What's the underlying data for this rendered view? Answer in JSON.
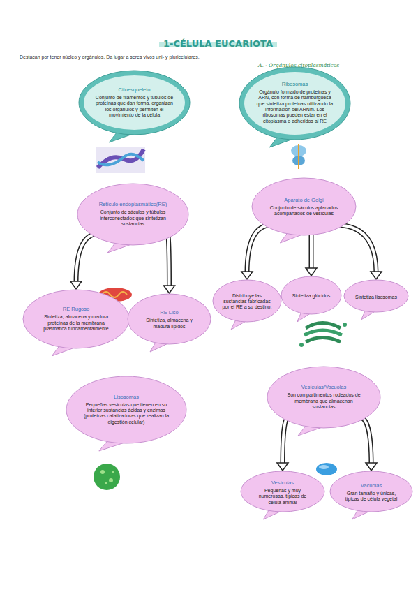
{
  "diagram": {
    "title": "1-CÉLULA EUCARIOTA",
    "nodes": [
      {
        "text": [
          "Citoesqueleto",
          "Conjunto de filamentos y túbulos de proteínas que dan forma, organizan los orgánulos y permiten el movimiento de la célula"
        ]
      },
      {
        "text": [
          "Ribosomas",
          "Orgánulo formado de proteínas y ARN, con forma de hamburguesa que sintetiza proteínas utilizando la información del ARNm. Los ribosomas pueden estar en el citoplasma o adheridos al RE"
        ]
      },
      {
        "text": [
          "Retículo endoplasmático(RE)",
          "Conjunto de sáculos y túbulos interconectados que sintetizan sustancias"
        ]
      },
      {
        "text": [
          "Aparato de Golgi",
          "Conjunto de sáculos aplanados acompañados de vesículas"
        ]
      },
      {
        "text": [
          "RE Rugoso",
          "Sintetiza, almacena y madura proteínas de la membrana plasmática fundamentalmente"
        ]
      },
      {
        "text": [
          "RE Liso",
          "Sintetiza, almacena y madura lípidos"
        ]
      },
      {
        "text": [
          "Distribuye las sustancias fabricadas por el RE a su destino."
        ]
      },
      {
        "text": [
          "Sintetiza glúcidos"
        ]
      },
      {
        "text": [
          "Sintetiza lisosomas"
        ]
      },
      {
        "text": [
          "Lisosomas",
          "Pequeñas vesículas que tienen en su interior sustancias ácidas y enzimas (proteínas catalizadoras que realizan la digestión celular)"
        ]
      },
      {
        "text": [
          "Vesículas/Vacuolas",
          "Son compartimentos rodeados de membrana que almacenan sustancias"
        ]
      },
      {
        "text": [
          "Vesículas",
          "Pequeñas y muy numerosas, típicas de célula animal"
        ]
      },
      {
        "text": [
          "Vacuolas",
          "Gran tamaño y únicas, típicas de célula vegetal"
        ]
      }
    ],
    "edges": [
      {
        "from": 2,
        "to": 4,
        "arrow": "to"
      },
      {
        "from": 2,
        "to": 5,
        "arrow": "to"
      },
      {
        "from": 3,
        "to": 6,
        "arrow": "to"
      },
      {
        "from": 3,
        "to": 7,
        "arrow": "to"
      },
      {
        "from": 3,
        "to": 8,
        "arrow": "to"
      },
      {
        "from": 10,
        "to": 11,
        "arrow": "to"
      },
      {
        "from": 10,
        "to": 12,
        "arrow": "to"
      }
    ],
    "labels": [
      "Destacan por tener núcleo y orgánulos. Da lugar a seres vivos uni- y pluricelulares.",
      "A. - Orgánulos citoplasmáticos"
    ]
  }
}
